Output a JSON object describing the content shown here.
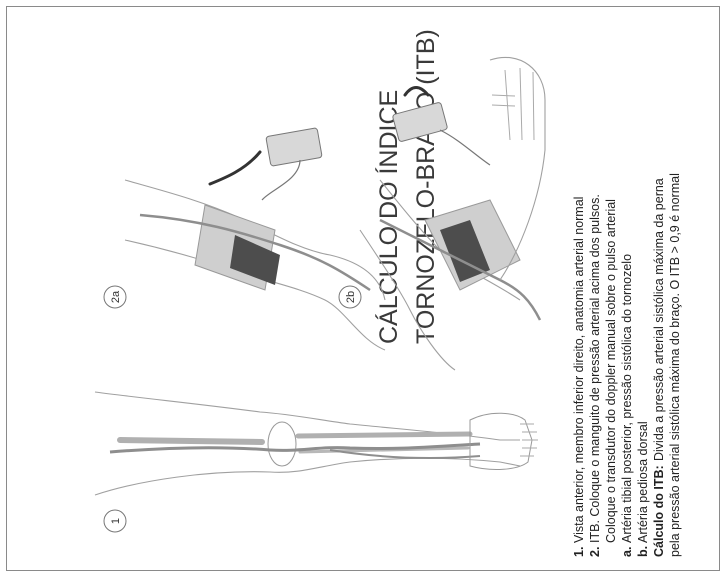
{
  "title": {
    "line1": "CÁLCULO DO ÍNDICE",
    "line2": "TORNOZELO-BRAÇO (ITB)"
  },
  "figure_labels": {
    "fig1": "1",
    "fig2a": "2a",
    "fig2b": "2b"
  },
  "legend": {
    "item1_num": "1.",
    "item1_text": "Vista anterior, membro inferior direito, anatomia arterial normal",
    "item2_num": "2.",
    "item2_text_a": "ITB. Coloque o manguito de pressão arterial acima dos pulsos.",
    "item2_text_b": "Coloque o transdutor do doppler manual sobre o pulso arterial",
    "item_a_label": "a.",
    "item_a_text": "Artéria tibial posterior, pressão sistólica do tornozelo",
    "item_b_label": "b.",
    "item_b_text": "Artéria pediosa dorsal",
    "calc_label": "Cálculo do ITB:",
    "calc_text_a": "Divida a pressão arterial sistólica máxima da perna",
    "calc_text_b": "pela pressão arterial sistólica máxima do braço. O ITB > 0,9 é normal"
  },
  "colors": {
    "artery": "#8e8e8e",
    "cuff": "#cfcfcf",
    "cuff_dark": "#4d4d4d",
    "outline": "#9a9a9a"
  }
}
